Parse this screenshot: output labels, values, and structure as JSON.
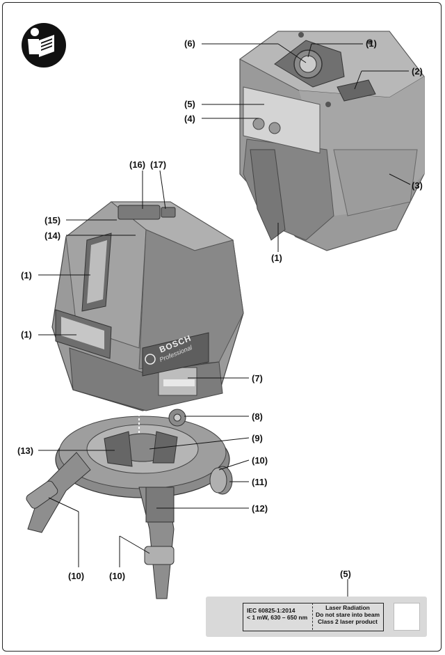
{
  "callouts": {
    "c6": "(6)",
    "c1a": "(1)",
    "c2": "(2)",
    "c5": "(5)",
    "c4": "(4)",
    "c3": "(3)",
    "c1b": "(1)",
    "c16": "(16)",
    "c17": "(17)",
    "c15": "(15)",
    "c14": "(14)",
    "c1c": "(1)",
    "c1d": "(1)",
    "c7": "(7)",
    "c8": "(8)",
    "c9": "(9)",
    "c13": "(13)",
    "c10a": "(10)",
    "c11": "(11)",
    "c12": "(12)",
    "c10b": "(10)",
    "c10c": "(10)",
    "c5b": "(5)"
  },
  "device": {
    "brand": "BOSCH",
    "line": "Professional"
  },
  "laser_label": {
    "standard": "IEC 60825-1:2014",
    "spec": "< 1 mW, 630 – 650 nm",
    "warning_title": "Laser Radiation",
    "warning_line1": "Do not stare into beam",
    "warning_line2": "Class 2 laser product"
  },
  "icons": [
    "read-manual-icon",
    "laser-warning-icon"
  ],
  "colors": {
    "device_gray": "#9a9a9a",
    "device_dark": "#6e6e6e",
    "label_bg": "#d9d9d9"
  }
}
